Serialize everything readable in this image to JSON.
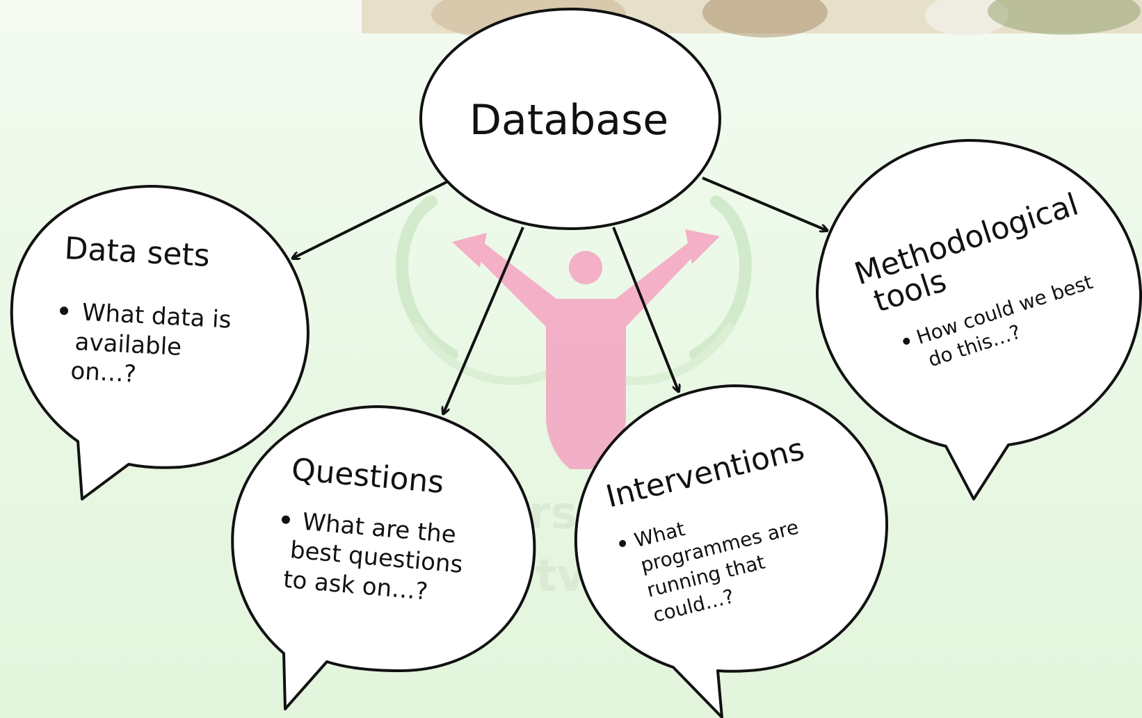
{
  "center": {
    "title": "Database"
  },
  "bubbles": [
    {
      "key": "datasets",
      "heading": "Data sets",
      "bullet_lines": [
        "What data is",
        "available",
        "on…?"
      ]
    },
    {
      "key": "questions",
      "heading": "Questions",
      "bullet_lines": [
        "What are the",
        "best questions",
        "to ask on…?"
      ]
    },
    {
      "key": "interventions",
      "heading": "Interventions",
      "bullet_lines": [
        "What",
        "programmes are",
        "running that",
        "could…?"
      ]
    },
    {
      "key": "methodological",
      "heading_lines": [
        "Methodological",
        "tools"
      ],
      "bullet_lines": [
        "How could we best",
        "do this…?"
      ]
    }
  ],
  "colors": {
    "background": "#eaf8e6",
    "outline": "#111111",
    "watermark_figure": "#f4a9c3",
    "watermark_leaves": "#cfe9c8"
  },
  "icons": {
    "bullet": "filled-circle",
    "watermark": "person-with-arrows-logo"
  }
}
